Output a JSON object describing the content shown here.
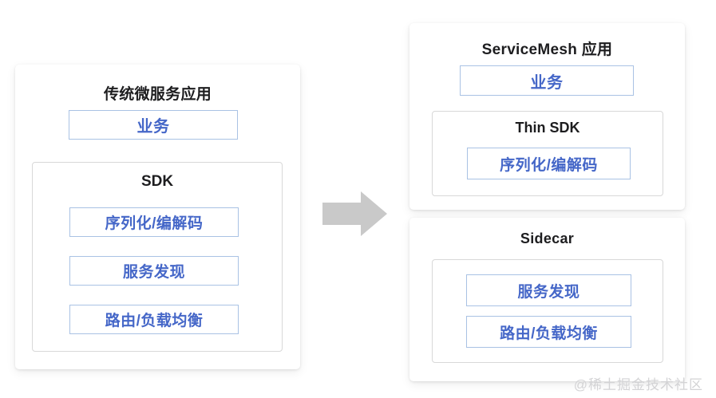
{
  "legacy": {
    "title": "传统微服务应用",
    "business_label": "业务",
    "sdk_label": "SDK",
    "sdk_items": [
      "序列化/编解码",
      "服务发现",
      "路由/负载均衡"
    ]
  },
  "mesh": {
    "title": "ServiceMesh 应用",
    "business_label": "业务",
    "thin_sdk_label": "Thin SDK",
    "thin_sdk_items": [
      "序列化/编解码"
    ]
  },
  "sidecar": {
    "title": "Sidecar",
    "items": [
      "服务发现",
      "路由/负载均衡"
    ]
  },
  "arrow": {
    "icon": "arrow-right-icon",
    "color": "#c9c9c9"
  },
  "watermark": {
    "text": "@稀土掘金技术社区"
  },
  "colors": {
    "accent_text": "#4567c8",
    "accent_border": "#a9c2e4",
    "title_text": "#1d1d1f",
    "panel_border": "#d8d8d8",
    "background": "#ffffff",
    "watermark": "#d3d3d5"
  }
}
